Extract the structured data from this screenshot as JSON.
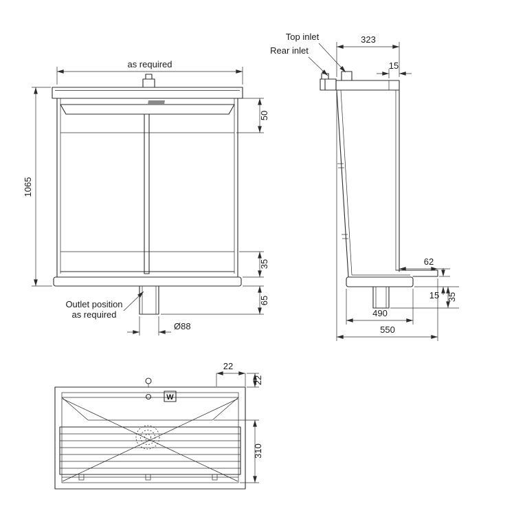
{
  "front_view": {
    "dim_width": "as required",
    "dim_height": "1065",
    "dim_top_rim": "50",
    "dim_bottom_rail": "35",
    "dim_outlet_length": "65",
    "dim_outlet_diameter": "Ø88",
    "outlet_note_line1": "Outlet position",
    "outlet_note_line2": "as required"
  },
  "side_view": {
    "label_top_inlet": "Top inlet",
    "label_rear_inlet": "Rear inlet",
    "dim_top_width": "323",
    "dim_inlet_offset": "15",
    "dim_front_ledge": "62",
    "dim_lip": "15",
    "dim_base_height": "35",
    "dim_bowl_depth": "490",
    "dim_overall_depth": "550"
  },
  "plan_view": {
    "dim_inlet_offset_x": "22",
    "dim_inlet_offset_y": "22",
    "dim_grate_depth": "310",
    "waste_marker": "W"
  }
}
